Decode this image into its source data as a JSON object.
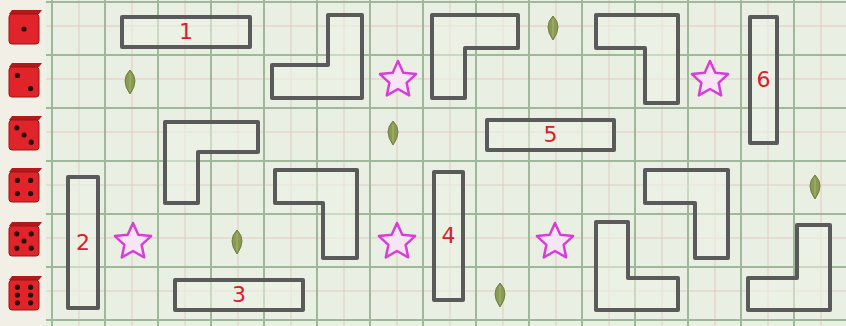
{
  "diagram": {
    "nodes": [
      {
        "text": [
          "1"
        ]
      },
      {
        "text": [
          "6"
        ]
      },
      {
        "text": [
          "5"
        ]
      },
      {
        "text": [
          "2"
        ]
      },
      {
        "text": [
          "4"
        ]
      },
      {
        "text": [
          "3"
        ]
      }
    ]
  }
}
